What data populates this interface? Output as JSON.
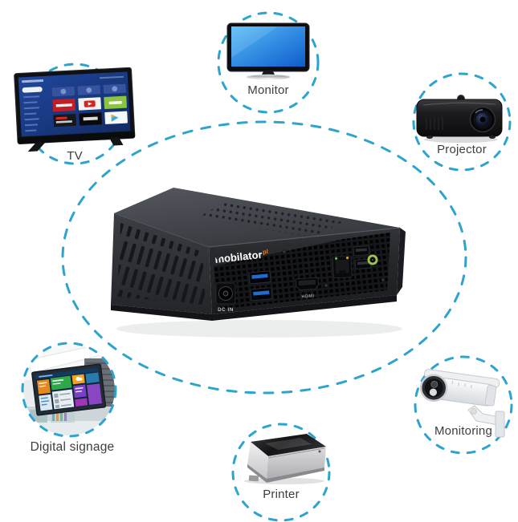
{
  "diagram": {
    "accent_color": "#2DA4CE",
    "label_color": "#3D3D3D",
    "background": "#FFFFFF"
  },
  "device": {
    "brand": "mobilator",
    "brand_suffix": "pl",
    "ports": {
      "dc_in_label": "DC IN",
      "hdmi_label": "HDMI"
    }
  },
  "nodes": {
    "monitor": {
      "label": "Monitor"
    },
    "tv": {
      "label": "TV"
    },
    "projector": {
      "label": "Projector"
    },
    "digital_signage": {
      "label": "Digital signage"
    },
    "monitoring": {
      "label": "Monitoring"
    },
    "printer": {
      "label": "Printer"
    }
  }
}
